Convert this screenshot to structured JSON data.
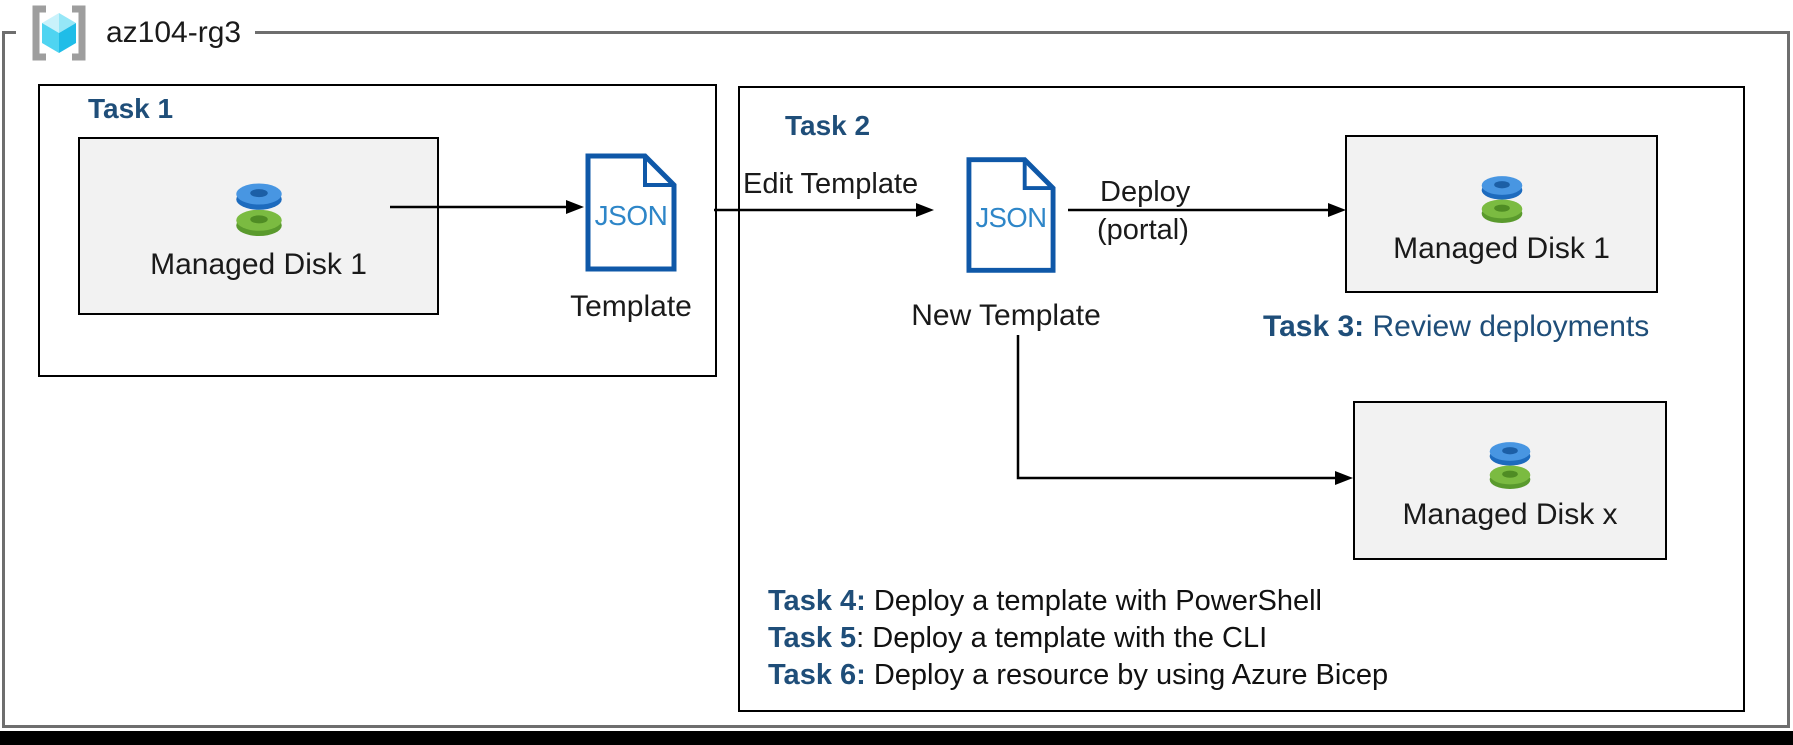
{
  "resource_group": {
    "name": "az104-rg3"
  },
  "task1": {
    "heading": "Task 1",
    "managed_disk_label": "Managed Disk 1",
    "json_doc_text": "JSON",
    "json_doc_caption": "Template"
  },
  "task2": {
    "heading": "Task 2",
    "edit_template_arrow_label": "Edit Template",
    "json_doc_text": "JSON",
    "json_doc_caption": "New Template",
    "deploy_arrow_label_line1": "Deploy",
    "deploy_arrow_label_line2": "(portal)",
    "managed_disk_1_label": "Managed Disk 1",
    "managed_disk_x_label": "Managed Disk x",
    "task3_label": "Task 3:",
    "task3_text": " Review deployments",
    "task_list": [
      {
        "label": "Task 4:",
        "text": " Deploy a template with PowerShell"
      },
      {
        "label": "Task 5",
        "text": ": Deploy a template with the CLI"
      },
      {
        "label": "Task 6:",
        "text": " Deploy a resource by using Azure Bicep"
      }
    ]
  },
  "colors": {
    "task_heading_blue": "#1F4E79",
    "json_outline_blue": "#0F58A8",
    "json_text_blue": "#2E86C8",
    "disk_top_blue": "#4896E2",
    "disk_top_green": "#7BBB41",
    "resource_group_border_gray": "#6E6E6E",
    "resource_box_fill": "#F2F2F2",
    "cube_cyan_light": "#C9F2FB",
    "cube_cyan_dark": "#1FBDE8"
  }
}
